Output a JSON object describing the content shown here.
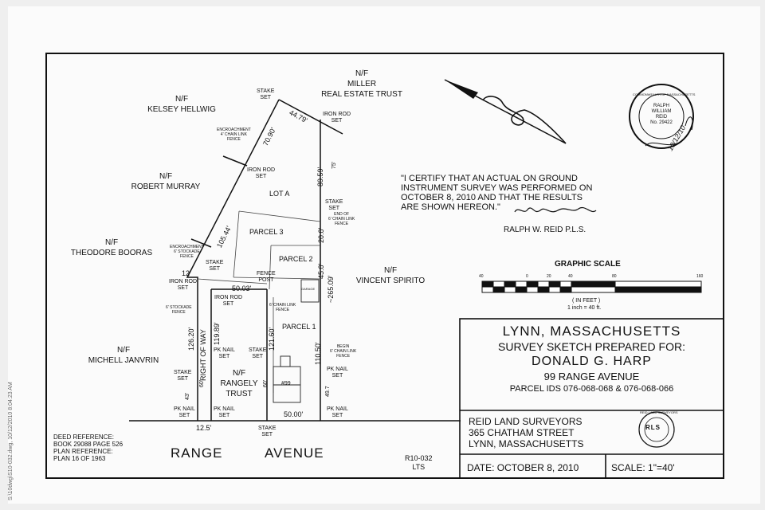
{
  "plan_labels": {
    "abutters": {
      "miller_nf": "N/F",
      "miller_1": "MILLER",
      "miller_2": "REAL ESTATE TRUST",
      "hellwig_nf": "N/F",
      "hellwig": "KELSEY HELLWIG",
      "murray_nf": "N/F",
      "murray": "ROBERT MURRAY",
      "booras_nf": "N/F",
      "booras": "THEODORE BOORAS",
      "spirito_nf": "N/F",
      "spirito": "VINCENT SPIRITO",
      "janvrin_nf": "N/F",
      "janvrin": "MICHELL JANVRIN",
      "rangely_nf": "N/F",
      "rangely_1": "RANGELY",
      "rangely_2": "TRUST"
    },
    "lots": {
      "lot_a": "LOT A",
      "parcel_1": "PARCEL 1",
      "parcel_2": "PARCEL 2",
      "parcel_3": "PARCEL 3",
      "house_no": "#99",
      "garage": "GARAGE"
    },
    "monuments": {
      "stake_set_top": "STAKE\nSET",
      "iron_rod_set_top": "IRON ROD\nSET",
      "iron_rod_set_mid": "IRON ROD\nSET",
      "stake_set_right": "STAKE\nSET",
      "stake_set_left": "STAKE\nSET",
      "iron_rod_set_left": "IRON ROD\nSET",
      "iron_rod_set_row": "IRON ROD\nSET",
      "fence_post": "FENCE\nPOST",
      "pk_nail_set_row": "PK NAIL\nSET",
      "stake_set_p1": "STAKE\nSET",
      "pk_nail_set_right": "PK NAIL\nSET",
      "stake_set_janvrin": "STAKE\nSET",
      "pk_nail_bl1": "PK NAIL\nSET",
      "pk_nail_bl2": "PK NAIL\nSET",
      "stake_set_bottom": "STAKE\nSET",
      "pk_nail_br": "PK NAIL\nSET"
    },
    "fences": {
      "encroach_chain": "ENCROACHMENT\n4' CHAIN LINK\nFENCE",
      "end_chain": "END OF\n6' CHAIN LINK\nFENCE",
      "encroach_stockade": "ENCROACHMENT\n6' STOCKADE\nFENCE",
      "stockade": "6' STOCKADE\nFENCE",
      "chain_p1": "6' CHAIN LINK\nFENCE",
      "begin_chain": "BEGIN\n6' CHAIN LINK\nFENCE"
    },
    "dimensions": {
      "d_4479": "44.79'",
      "d_7090": "70.90'",
      "d_10544": "105.44'",
      "d_8959": "89.59'",
      "d_75": "75'",
      "d_2000": "20.0'",
      "d_4500": "45.0'",
      "d_26509": "~265.09'",
      "d_12": "12'",
      "d_5003": "50.03'",
      "d_11989": "119.89'",
      "d_12160": "121.60'",
      "d_12620": "126.20'",
      "d_11050": "110.50'",
      "d_497": "49.7",
      "d_60a": "60'",
      "d_60b": "60'",
      "d_43": "43'",
      "d_5000": "50.00'",
      "d_125": "12.5'",
      "row": "RIGHT OF WAY"
    },
    "street": {
      "range": "RANGE",
      "avenue": "AVENUE"
    }
  },
  "certification": {
    "line1": "\"I CERTIFY THAT AN ACTUAL ON GROUND",
    "line2": "INSTRUMENT SURVEY WAS PERFORMED ON",
    "line3": "OCTOBER 8, 2010 AND THAT THE RESULTS",
    "line4": "ARE SHOWN HEREON.\"",
    "signer": "RALPH W. REID P.L.S."
  },
  "seal": {
    "ring_text": "COMMONWEALTH OF MASSACHUSETTS",
    "name_1": "RALPH",
    "name_2": "WILLIAM",
    "name_3": "REID",
    "number": "No. 29422",
    "handwritten_date": "10/12/10"
  },
  "graphic_scale": {
    "title": "GRAPHIC SCALE",
    "ticks": [
      "40",
      "0",
      "20",
      "40",
      "80",
      "160"
    ],
    "unit": "( IN FEET )",
    "ratio": "1 inch = 40 ft."
  },
  "title_block": {
    "city": "LYNN, MASSACHUSETTS",
    "prepared_for": "SURVEY SKETCH PREPARED FOR:",
    "client": "DONALD G. HARP",
    "address": "99 RANGE AVENUE",
    "parcels": "PARCEL IDS 076-068-068 & 076-068-066",
    "firm": "REID LAND SURVEYORS",
    "firm_street": "365 CHATHAM STREET",
    "firm_city": "LYNN, MASSACHUSETTS",
    "date": "DATE: OCTOBER 8, 2010",
    "scale": "SCALE: 1\"=40'",
    "logo_letters": "RLS",
    "logo_ring": "REID LAND SURVEYORS"
  },
  "references": {
    "deed_label": "DEED REFERENCE:",
    "deed": "BOOK 29088 PAGE 526",
    "plan_label": "PLAN REFERENCE:",
    "plan": "PLAN 16 OF 1963"
  },
  "drawing_number": {
    "number": "R10-032",
    "initials": "LTS"
  },
  "edge_stamp": "S:\\10dwg\\S10-032.dwg, 10/12/2010 8:04:23 AM",
  "colors": {
    "ink": "#111111",
    "paper": "#fbfbfb",
    "page": "#efefef"
  }
}
